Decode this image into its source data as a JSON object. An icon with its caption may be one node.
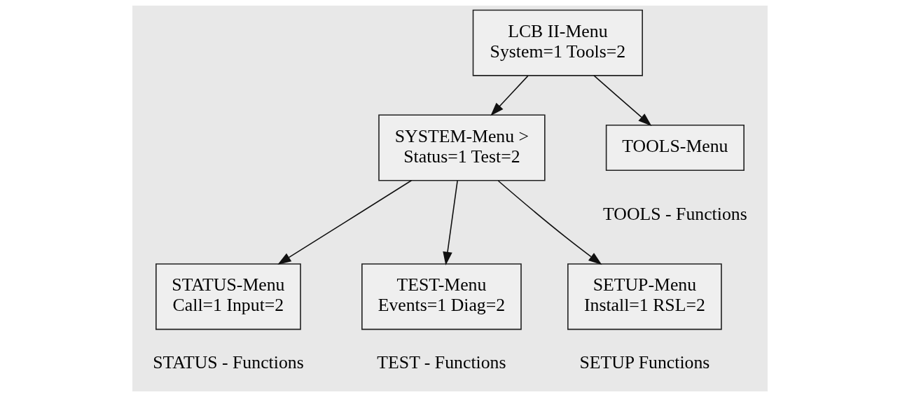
{
  "diagram": {
    "nodes": [
      {
        "text": [
          "LCB II-Menu",
          "System=1 Tools=2"
        ]
      },
      {
        "text": [
          "SYSTEM-Menu >",
          "Status=1 Test=2"
        ]
      },
      {
        "text": [
          "TOOLS-Menu"
        ],
        "beside": [
          "TOOLS - Functions"
        ]
      },
      {
        "text": [
          "STATUS-Menu",
          "Call=1 Input=2"
        ],
        "beside": [
          "STATUS - Functions"
        ]
      },
      {
        "text": [
          "TEST-Menu",
          "Events=1 Diag=2"
        ],
        "beside": [
          "TEST - Functions"
        ]
      },
      {
        "text": [
          "SETUP-Menu",
          "Install=1 RSL=2"
        ],
        "beside": [
          "SETUP Functions"
        ]
      }
    ],
    "edges": [
      {
        "from": 0,
        "to": 1,
        "arrow": "to"
      },
      {
        "from": 0,
        "to": 2,
        "arrow": "to"
      },
      {
        "from": 1,
        "to": 3,
        "arrow": "to"
      },
      {
        "from": 1,
        "to": 4,
        "arrow": "to"
      },
      {
        "from": 1,
        "to": 5,
        "arrow": "to"
      }
    ]
  }
}
